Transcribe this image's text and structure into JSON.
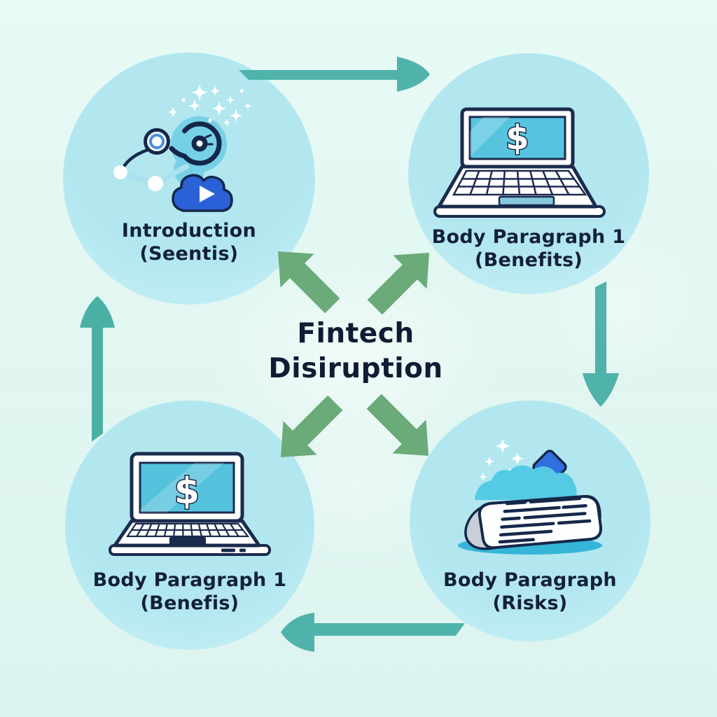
{
  "title": {
    "line1": "Fintech",
    "line2": "Disiruption"
  },
  "nodes": {
    "top_left": {
      "line1": "Introduction",
      "line2": "(Seentis)",
      "icon": "ai-search-cloud-illustration"
    },
    "top_right": {
      "line1": "Body Paragraph 1",
      "line2": "(Benefits)",
      "icon": "laptop-dollar-illustration"
    },
    "bottom_left": {
      "line1": "Body Paragraph 1",
      "line2": "(Benefis)",
      "icon": "laptop-dollar-illustration"
    },
    "bottom_right": {
      "line1": "Body Paragraph",
      "line2": "(Risks)",
      "icon": "document-scroll-illustration"
    }
  },
  "glyphs": {
    "dollar": "$"
  },
  "arrows": {
    "perimeter": [
      "top-left-to-top-right",
      "top-right-to-bottom-right",
      "bottom-right-to-bottom-left",
      "bottom-left-to-top-left"
    ],
    "center": [
      "center-to-top-left",
      "center-to-top-right",
      "center-to-bottom-left",
      "center-to-bottom-right"
    ]
  },
  "colors": {
    "background": "#e3f7f2",
    "node_circle": "#b7e9f1",
    "teal_arrow": "#4fb3ab",
    "green_arrow": "#6aab79",
    "outline_navy": "#1b2b4d",
    "screen_cyan": "#57c4df",
    "cloud_blue": "#2a61d6",
    "diamond_blue": "#2f6fe0",
    "blob_cyan": "#55cae5",
    "text": "#13203a"
  }
}
